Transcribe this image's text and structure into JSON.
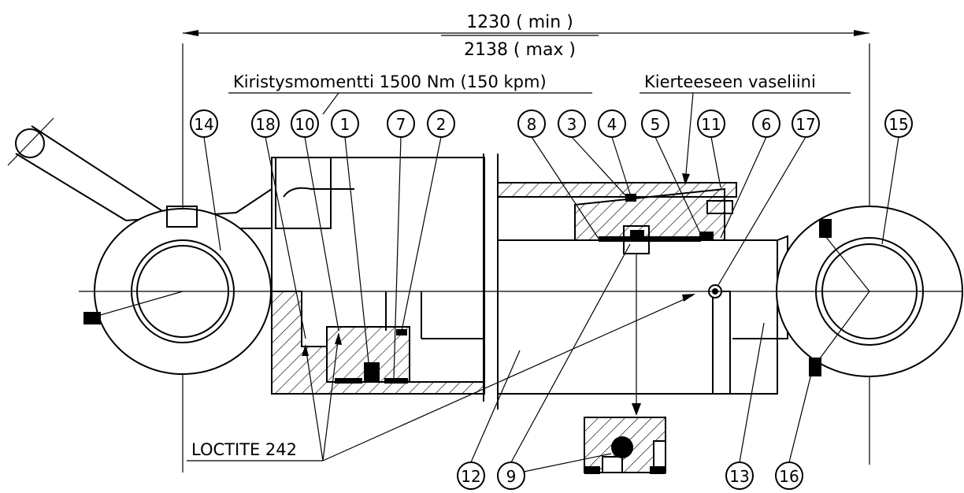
{
  "dimensions": {
    "min_label": "1230  ( min )",
    "max_label": "2138  ( max )"
  },
  "notes": {
    "torque": "Kiristysmomentti 1500 Nm (150 kpm)",
    "grease": "Kierteeseen vaseliini",
    "loctite": "LOCTITE 242"
  },
  "part_numbers": [
    "14",
    "18",
    "10",
    "1",
    "7",
    "2",
    "8",
    "3",
    "4",
    "5",
    "11",
    "6",
    "17",
    "15",
    "12",
    "9",
    "13",
    "16"
  ]
}
